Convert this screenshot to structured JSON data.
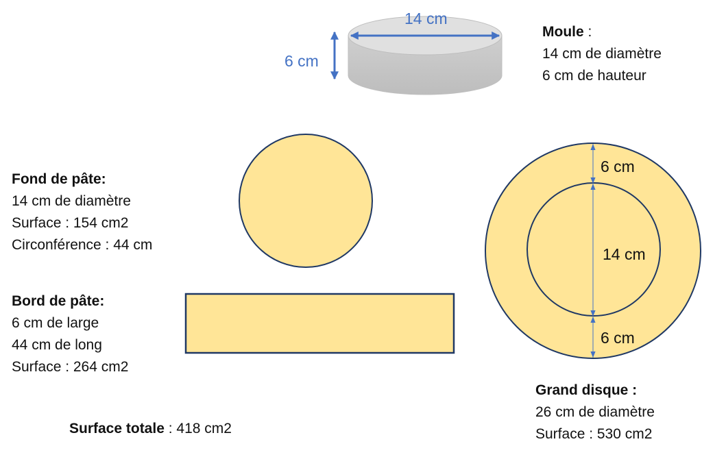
{
  "colors": {
    "dough_fill": "#ffe597",
    "outline": "#1f3864",
    "mold_top": "#e0e0e0",
    "mold_side": "#c8c8c8",
    "arrow_blue": "#4472c4"
  },
  "mold": {
    "diameter_label": "14 cm",
    "height_label": "6 cm",
    "caption": {
      "title": "Moule",
      "title_suffix": " :",
      "lines": [
        "14 cm de diamètre",
        "6 cm de hauteur"
      ]
    }
  },
  "fond": {
    "title": "Fond de pâte:",
    "lines": [
      "14 cm de diamètre",
      "Surface : 154 cm2",
      "Circonférence : 44 cm"
    ]
  },
  "bord": {
    "title": "Bord de pâte:",
    "lines": [
      "6 cm de large",
      "44 cm de long",
      "Surface : 264 cm2"
    ]
  },
  "total": {
    "label": "Surface totale",
    "value": " : 418 cm2"
  },
  "grand_disque": {
    "dim_top": "6 cm",
    "dim_middle": "14 cm",
    "dim_bottom": "6 cm",
    "title": "Grand disque :",
    "lines": [
      "26 cm de diamètre",
      "Surface : 530 cm2"
    ]
  }
}
